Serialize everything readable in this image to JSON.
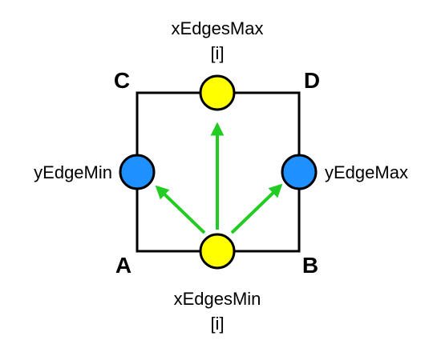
{
  "corners": {
    "a": "A",
    "b": "B",
    "c": "C",
    "d": "D"
  },
  "nodes": {
    "x_edges_max": {
      "line1": "xEdgesMax",
      "line2": "[i]"
    },
    "x_edges_min": {
      "line1": "xEdgesMin",
      "line2": "[i]"
    },
    "y_edge_min": {
      "label": "yEdgeMin"
    },
    "y_edge_max": {
      "label": "yEdgeMax"
    }
  },
  "colors": {
    "square_stroke": "#000000",
    "x_node_fill": "#ffff00",
    "y_node_fill": "#1e90ff",
    "node_stroke": "#000000",
    "arrow": "#22cc22"
  }
}
